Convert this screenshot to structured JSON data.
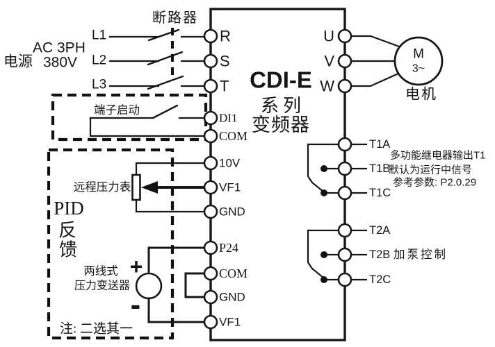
{
  "colors": {
    "background": "#ffffff",
    "line": "#161616"
  },
  "power_source": {
    "type_label": "AC 3PH",
    "name_label": "电源",
    "voltage": "380V",
    "phases": [
      "L1",
      "L2",
      "L3"
    ],
    "breaker_label": "断路器"
  },
  "terminal_start": {
    "label": "端子启动"
  },
  "pid_feedback": {
    "title": "PID",
    "char1": "反",
    "char2": "馈",
    "remote_gauge_label": "远程压力表",
    "transmitter_label_line1": "两线式",
    "transmitter_label_line2": "压力变送器",
    "plus": "+",
    "minus": "-",
    "note": "注: 二选其一"
  },
  "inverter": {
    "title": "CDI-E",
    "subtitle1": "系列",
    "subtitle2": "变频器",
    "left_terminals": [
      "R",
      "S",
      "T",
      "DI1",
      "COM",
      "10V",
      "VF1",
      "GND",
      "P24",
      "COM",
      "GND",
      "VF1"
    ],
    "output_terminals": [
      "U",
      "V",
      "W"
    ]
  },
  "motor": {
    "symbol": "M",
    "phase": "3~",
    "label": "电机"
  },
  "relay_t1": {
    "terminals": [
      "T1A",
      "T1B",
      "T1C"
    ],
    "note_line1": "多功能继电器输出T1",
    "note_line2": "默认为运行中信号",
    "note_line3": "参考参数: P2.0.29"
  },
  "relay_t2": {
    "terminals": [
      "T2A",
      "T2B",
      "T2C"
    ],
    "note": "加泵控制"
  }
}
